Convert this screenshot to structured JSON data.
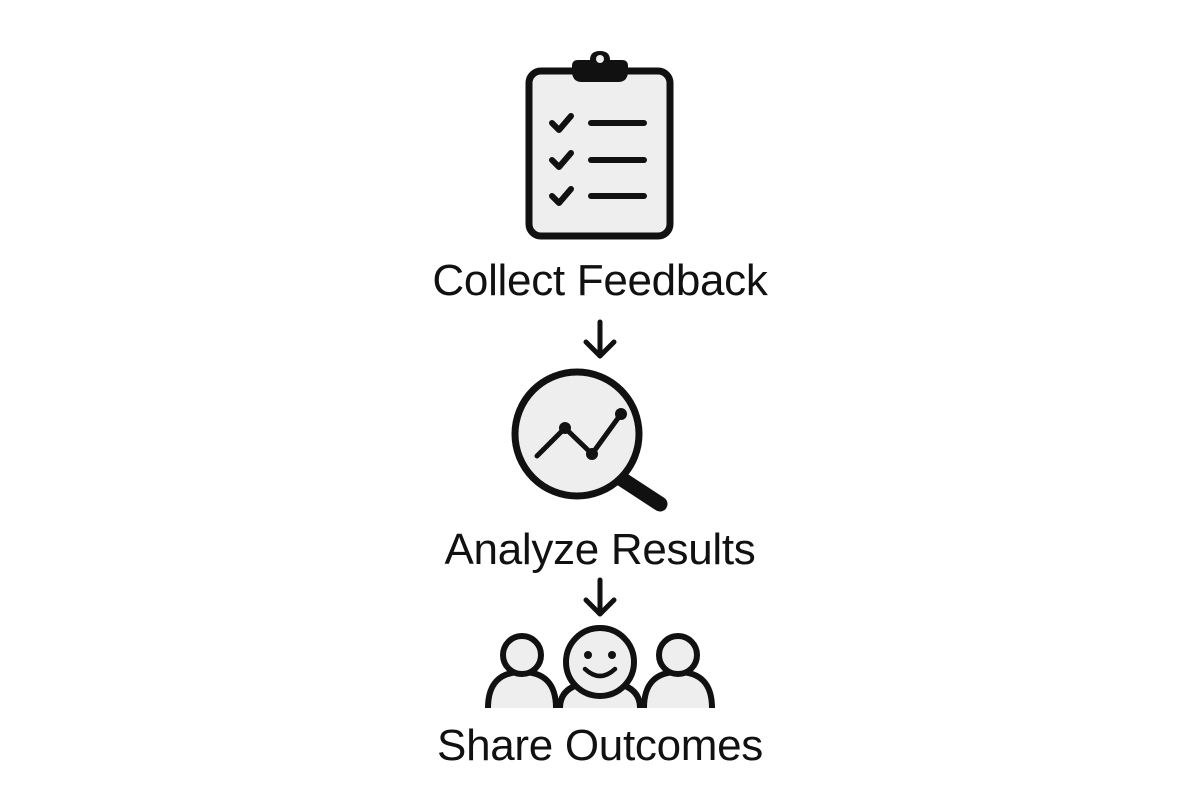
{
  "steps": [
    {
      "label": "Collect Feedback",
      "icon": "clipboard-checklist-icon"
    },
    {
      "label": "Analyze Results",
      "icon": "magnifier-trend-icon"
    },
    {
      "label": "Share Outcomes",
      "icon": "people-group-icon"
    }
  ],
  "colors": {
    "stroke": "#111111",
    "fill": "#eeeeee",
    "background": "#ffffff"
  }
}
